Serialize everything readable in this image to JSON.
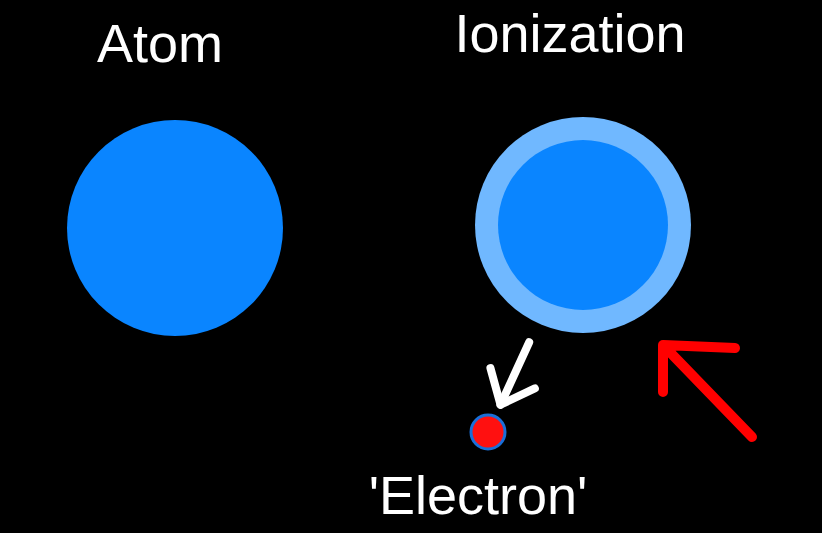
{
  "diagram": {
    "nodes": [
      {
        "text": [
          "Atom"
        ]
      },
      {
        "text": [
          "Ionization"
        ]
      },
      {
        "text": [
          "'Electron'"
        ]
      }
    ],
    "edges": [
      {
        "from": 1,
        "to": 2,
        "arrow": "to"
      }
    ]
  }
}
